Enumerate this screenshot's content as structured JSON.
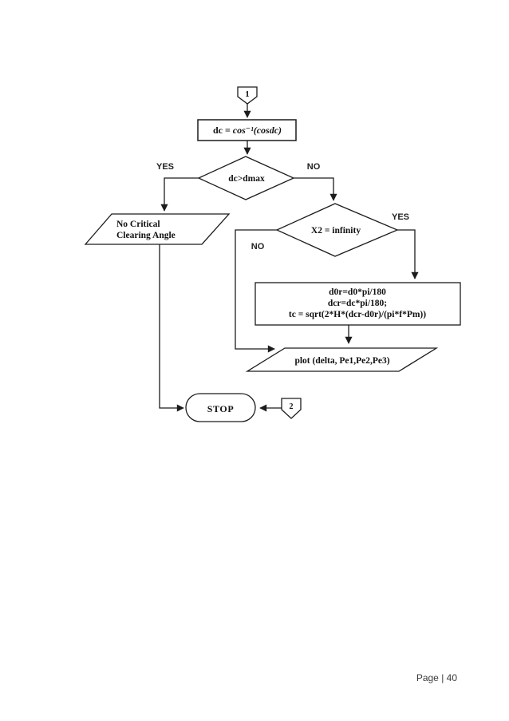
{
  "page": {
    "footer": "Page | 40"
  },
  "flowchart": {
    "connector1": {
      "label": "1"
    },
    "connector2": {
      "label": "2"
    },
    "process1": {
      "lhs": "dc = ",
      "rhs": "cos⁻¹(cosdc)"
    },
    "decision1": {
      "label": "dc>dmax",
      "yes": "YES",
      "no": "NO"
    },
    "output1": {
      "line1": "No Critical",
      "line2": "Clearing Angle"
    },
    "decision2": {
      "label": "X2 = infinity",
      "yes": "YES",
      "no": "NO"
    },
    "process2": {
      "line1": "d0r=d0*pi/180",
      "line2": "dcr=dc*pi/180;",
      "line3": "tc = sqrt(2*H*(dcr-d0r)/(pi*f*Pm))"
    },
    "output2": {
      "label": "plot (delta, Pe1,Pe2,Pe3)"
    },
    "terminator": {
      "label": "STOP"
    }
  }
}
